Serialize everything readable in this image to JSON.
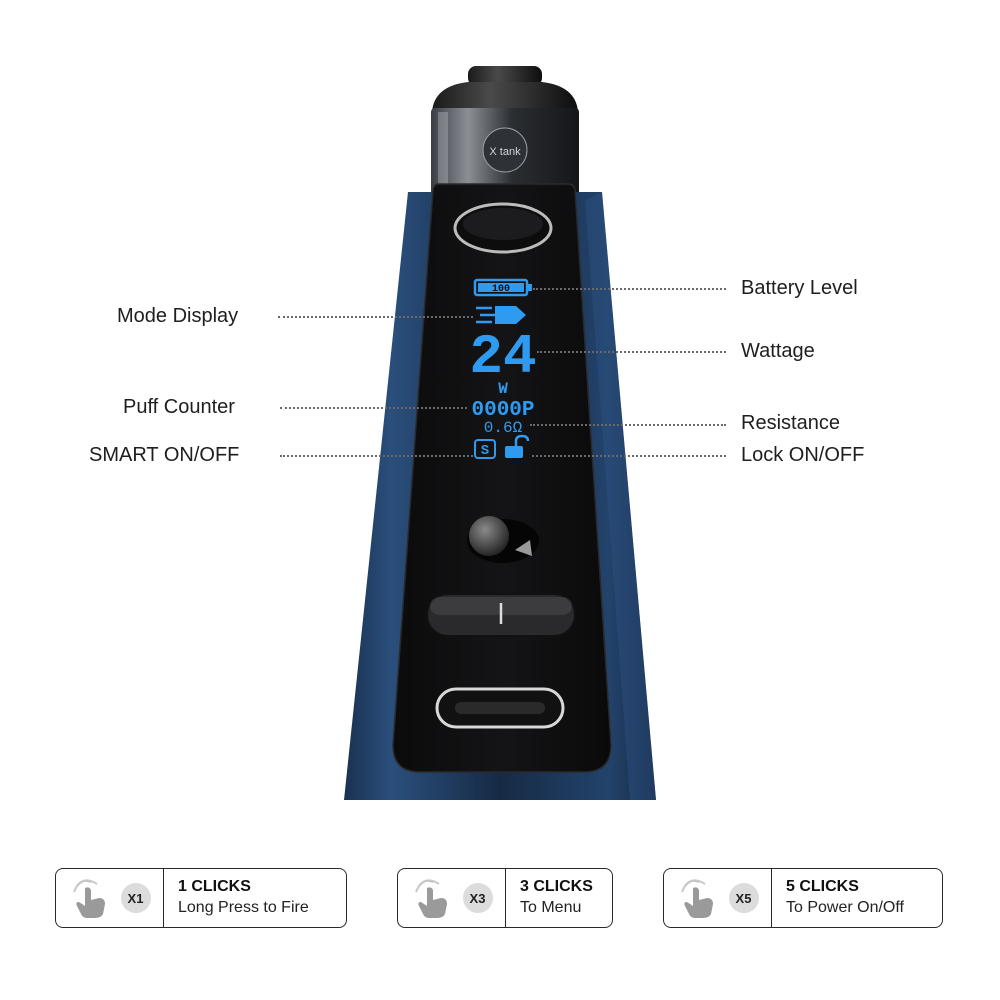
{
  "device": {
    "tank_logo": "X tank",
    "screen": {
      "battery": "100",
      "wattage": "24",
      "wattage_unit": "W",
      "puffs": "0000P",
      "resistance": "0.6Ω",
      "smart_symbol": "S",
      "accent_color": "#2f9bf0"
    },
    "body_color": "#1d3656"
  },
  "labels": {
    "mode_display": "Mode Display",
    "puff_counter": "Puff Counter",
    "smart": "SMART ON/OFF",
    "battery_level": "Battery Level",
    "wattage": "Wattage",
    "resistance": "Resistance",
    "lock": "Lock ON/OFF"
  },
  "clicks": [
    {
      "badge": "X1",
      "title": "1 CLICKS",
      "desc": "Long Press to Fire",
      "icon": "tap-hand-icon"
    },
    {
      "badge": "X3",
      "title": "3 CLICKS",
      "desc": "To Menu",
      "icon": "tap-hand-icon"
    },
    {
      "badge": "X5",
      "title": "5 CLICKS",
      "desc": "To Power On/Off",
      "icon": "tap-hand-icon"
    }
  ]
}
